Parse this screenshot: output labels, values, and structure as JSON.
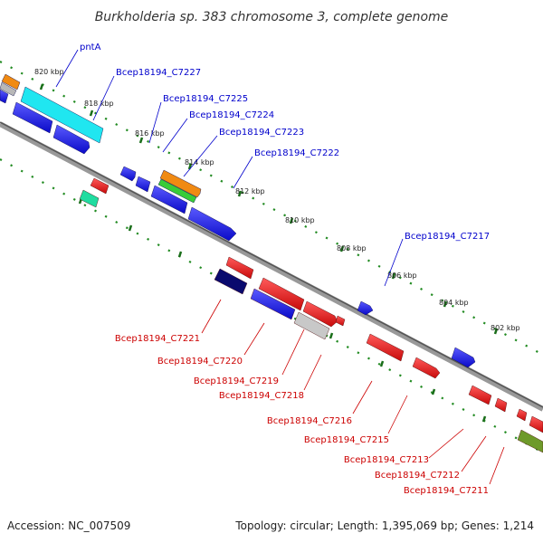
{
  "title": "Burkholderia sp. 383 chromosome 3, complete genome",
  "footer": {
    "accession": "Accession: NC_007509",
    "summary": "Topology: circular; Length: 1,395,069 bp; Genes: 1,214"
  },
  "ticks": [
    "820 kbp",
    "818 kbp",
    "816 kbp",
    "814 kbp",
    "812 kbp",
    "810 kbp",
    "808 kbp",
    "806 kbp",
    "804 kbp",
    "802 kbp"
  ],
  "top_labels": [
    "pntA",
    "Bcep18194_C7227",
    "Bcep18194_C7225",
    "Bcep18194_C7224",
    "Bcep18194_C7223",
    "Bcep18194_C7222",
    "Bcep18194_C7217"
  ],
  "bottom_labels": [
    "Bcep18194_C7221",
    "Bcep18194_C7220",
    "Bcep18194_C7219",
    "Bcep18194_C7218",
    "Bcep18194_C7216",
    "Bcep18194_C7215",
    "Bcep18194_C7213",
    "Bcep18194_C7212",
    "Bcep18194_C7211"
  ],
  "colors": {
    "forward_label": "#0000cc",
    "reverse_label": "#cc0000",
    "cds_forward": "#1a1aee",
    "cds_reverse": "#ee1a1a",
    "backbone": "#888888",
    "tick_dots": "#228b22"
  }
}
